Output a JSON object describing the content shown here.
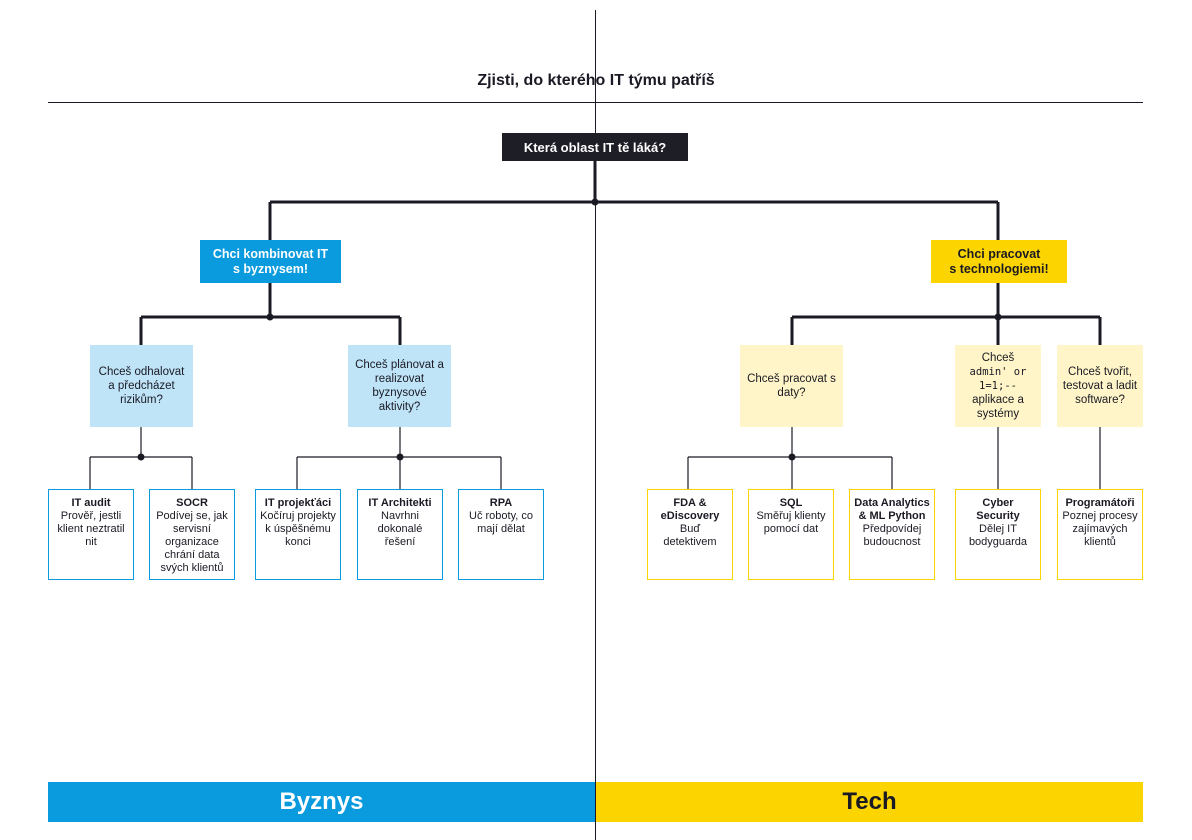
{
  "title": "Zjisti, do kterého IT týmu patříš",
  "root_question": "Která oblast IT tě láká?",
  "branches": {
    "business": {
      "label_line1": "Chci kombinovat IT",
      "label_line2": "s byznysem!",
      "questions": [
        {
          "text": "Chceš odhalovat a předcházet rizikům?"
        },
        {
          "text": "Chceš plánovat a realizovat byznysové aktivity?"
        }
      ],
      "leaves": [
        {
          "title": "IT audit",
          "desc": "Prověř, jestli klient neztratil nit"
        },
        {
          "title": "SOCR",
          "desc": "Podívej se, jak servisní organizace chrání data svých klientů"
        },
        {
          "title": "IT projekťáci",
          "desc": "Kočíruj projekty k úspěšnému konci"
        },
        {
          "title": "IT Architekti",
          "desc": "Navrhni dokonalé řešení"
        },
        {
          "title": "RPA",
          "desc": "Uč roboty, co mají dělat"
        }
      ],
      "footer": "Byznys",
      "color": "#0a9ade"
    },
    "tech": {
      "label_line1": "Chci pracovat",
      "label_line2": "s technologiemi!",
      "questions": [
        {
          "text": "Chceš pracovat s daty?"
        },
        {
          "text_line1": "Chceš",
          "code": "admin' or 1=1;--",
          "text_line2": "aplikace a systémy"
        },
        {
          "text": "Chceš tvořit, testovat a ladit software?"
        }
      ],
      "leaves": [
        {
          "title": "FDA & eDiscovery",
          "desc": "Buď detektivem"
        },
        {
          "title": "SQL",
          "desc": "Směřuj klienty pomocí dat"
        },
        {
          "title": "Data Analytics & ML Python",
          "desc": "Předpovídej budoucnost"
        },
        {
          "title": "Cyber Security",
          "desc": "Dělej IT bodyguarda"
        },
        {
          "title": "Programátoři",
          "desc": "Poznej procesy zajímavých klientů"
        }
      ],
      "footer": "Tech",
      "color": "#fcd400"
    }
  }
}
